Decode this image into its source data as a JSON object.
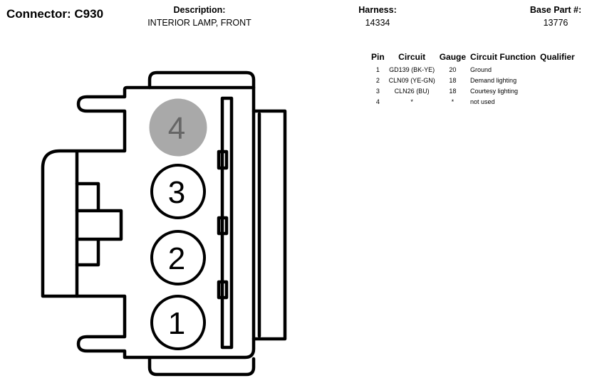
{
  "connector": {
    "label": "Connector: C930"
  },
  "description": {
    "header": "Description:",
    "value": "INTERIOR LAMP, FRONT"
  },
  "harness": {
    "header": "Harness:",
    "value": "14334"
  },
  "base_part": {
    "header": "Base Part #:",
    "value": "13776"
  },
  "pin_table": {
    "headers": {
      "pin": "Pin",
      "circuit": "Circuit",
      "gauge": "Gauge",
      "function": "Circuit Function",
      "qualifier": "Qualifier"
    },
    "rows": [
      {
        "pin": "1",
        "circuit": "GD139 (BK-YE)",
        "gauge": "20",
        "function": "Ground",
        "qualifier": ""
      },
      {
        "pin": "2",
        "circuit": "CLN09 (YE-GN)",
        "gauge": "18",
        "function": "Demand lighting",
        "qualifier": ""
      },
      {
        "pin": "3",
        "circuit": "CLN26 (BU)",
        "gauge": "18",
        "function": "Courtesy lighting",
        "qualifier": ""
      },
      {
        "pin": "4",
        "circuit": "*",
        "gauge": "*",
        "function": "not used",
        "qualifier": ""
      }
    ]
  },
  "diagram": {
    "pins": [
      {
        "number": "1",
        "used": true
      },
      {
        "number": "2",
        "used": true
      },
      {
        "number": "3",
        "used": true
      },
      {
        "number": "4",
        "used": false
      }
    ],
    "colors": {
      "outline": "#000000",
      "unused_pin_fill": "#a9a9a9",
      "unused_pin_text": "#666666"
    }
  }
}
